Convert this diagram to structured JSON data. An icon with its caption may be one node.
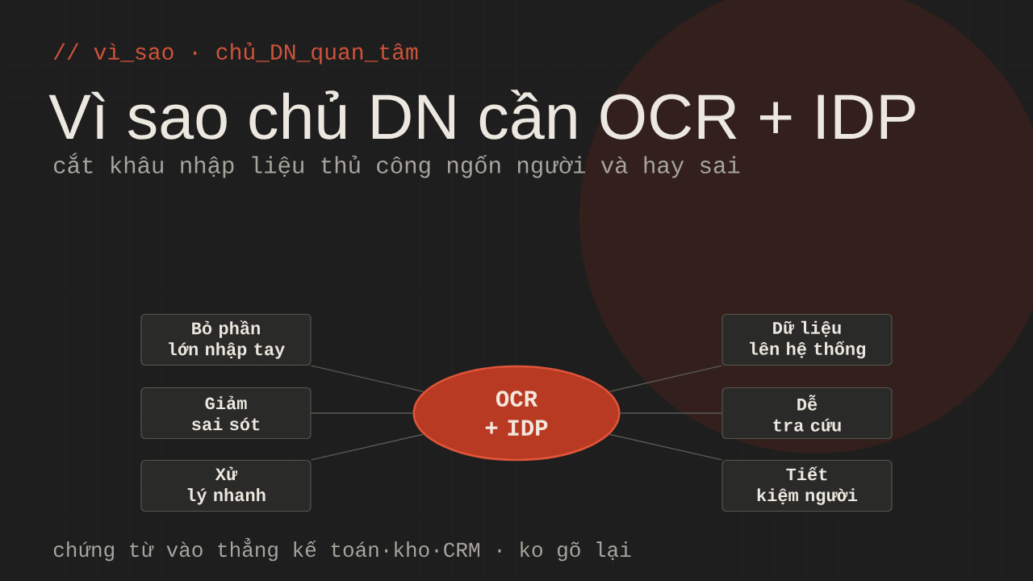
{
  "diagram": {
    "title": "Vì sao chủ DN cần OCR + IDP",
    "nodes": [
      {
        "text": [
          "Bỏ phần lớn nhập tay"
        ]
      },
      {
        "text": [
          "Giảm sai sót"
        ]
      },
      {
        "text": [
          "Xử lý nhanh"
        ]
      },
      {
        "text": [
          "OCR + IDP"
        ]
      },
      {
        "text": [
          "Dữ liệu lên hệ thống"
        ]
      },
      {
        "text": [
          "Dễ tra cứu"
        ]
      },
      {
        "text": [
          "Tiết kiệm người"
        ]
      }
    ],
    "edges": [
      {
        "from": 3,
        "to": 0,
        "arrow": "none"
      },
      {
        "from": 3,
        "to": 1,
        "arrow": "none"
      },
      {
        "from": 3,
        "to": 2,
        "arrow": "none"
      },
      {
        "from": 3,
        "to": 4,
        "arrow": "none"
      },
      {
        "from": 3,
        "to": 5,
        "arrow": "none"
      },
      {
        "from": 3,
        "to": 6,
        "arrow": "none"
      }
    ],
    "labels": [
      "// vì_sao · chủ_DN_quan_tâm",
      "cắt khâu nhập liệu thủ công ngốn người và hay sai",
      "chứng từ vào thẳng kế toán·kho·CRM · ko gõ lại"
    ]
  }
}
